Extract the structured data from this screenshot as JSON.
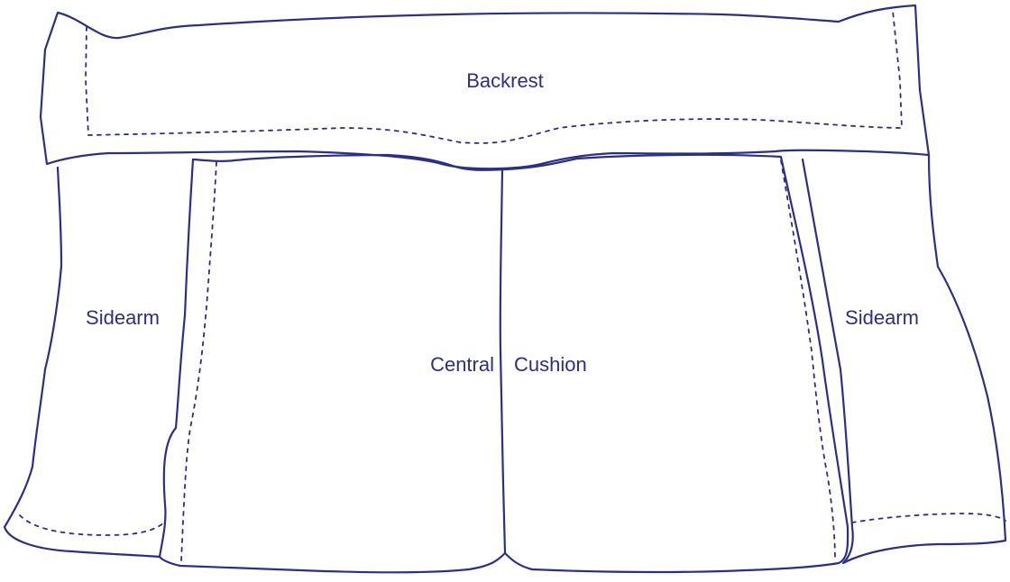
{
  "diagram": {
    "colors": {
      "stroke": "#2b2f8a",
      "background": "#ffffff"
    },
    "labels": {
      "backrest": "Backrest",
      "left_sidearm": "Sidearm",
      "right_sidearm": "Sidearm",
      "central_left": "Central",
      "central_right": "Cushion"
    }
  }
}
